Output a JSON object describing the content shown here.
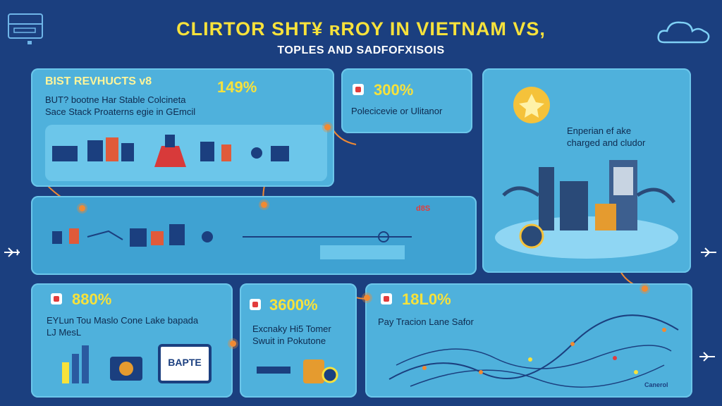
{
  "header": {
    "title": "CLIRTOR SHT¥ ʀROY IN VIETNAM VS,",
    "subtitle": "TOPLES AND SADFOFXISOIS"
  },
  "panels": {
    "top_left": {
      "heading": "BIST REVHUCTS v8",
      "percent": "149%",
      "line1": "BUT? bootne Har Stable Colcineta",
      "line2": "Sace Stack Proaterns egie in GEmcil"
    },
    "top_middle": {
      "percent": "300%",
      "label": "Polecicevie or Ulitanor"
    },
    "top_right": {
      "line1": "Enperian ef ake",
      "line2": "charged and cludor"
    },
    "middle_tag": "d8S",
    "bottom_left": {
      "percent": "880%",
      "line1": "EYLun Tou Maslo Cone Lake bapada",
      "line2": "LJ MesL",
      "screen_label": "BAPTE"
    },
    "bottom_middle": {
      "percent": "3600%",
      "line1": "Excnaky Hi5 Tomer",
      "line2": "Swuit in Pokutone"
    },
    "bottom_right": {
      "percent": "18L0%",
      "label": "Pay Tracion Lane Safor",
      "corner_label": "Canerol"
    }
  },
  "icons": {
    "top_left": "printer-icon",
    "top_right": "cloud-icon",
    "side": "airplane-icon"
  },
  "colors": {
    "background": "#1b3f7f",
    "panel": "#4fb1dc",
    "accent": "#f7e23b",
    "connector": "#f08a33",
    "badge": "#e23c3c"
  }
}
